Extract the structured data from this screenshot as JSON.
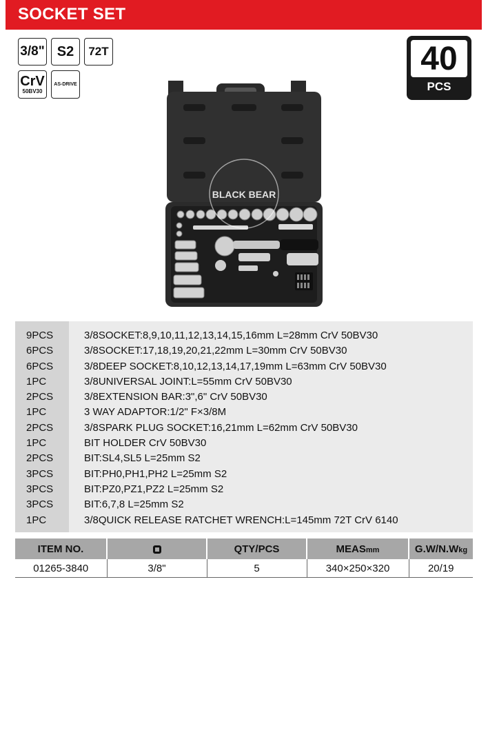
{
  "header": {
    "title": "SOCKET SET",
    "color": "#e11b22"
  },
  "badges": {
    "drive": "3/8\"",
    "steel": "S2",
    "teeth": "72T",
    "material": "CrV",
    "material_grade": "50BV30",
    "as_drive": "AS-DRIVE"
  },
  "pieces": {
    "count": "40",
    "label": "PCS"
  },
  "photo": {
    "brand_text": "BLACK BEAR",
    "icon": "socket-set-case-photo"
  },
  "contents": [
    {
      "qty": "9PCS",
      "desc": "3/8SOCKET:8,9,10,11,12,13,14,15,16mm L=28mm CrV 50BV30"
    },
    {
      "qty": "6PCS",
      "desc": "3/8SOCKET:17,18,19,20,21,22mm L=30mm CrV 50BV30"
    },
    {
      "qty": "6PCS",
      "desc": "3/8DEEP SOCKET:8,10,12,13,14,17,19mm L=63mm CrV 50BV30"
    },
    {
      "qty": "1PC",
      "desc": "3/8UNIVERSAL JOINT:L=55mm CrV 50BV30"
    },
    {
      "qty": "2PCS",
      "desc": "3/8EXTENSION BAR:3\",6\" CrV 50BV30"
    },
    {
      "qty": "1PC",
      "desc": "3 WAY ADAPTOR:1/2\" F×3/8M"
    },
    {
      "qty": "2PCS",
      "desc": "3/8SPARK PLUG SOCKET:16,21mm L=62mm CrV 50BV30"
    },
    {
      "qty": "1PC",
      "desc": "BIT HOLDER CrV 50BV30"
    },
    {
      "qty": "2PCS",
      "desc": "BIT:SL4,SL5 L=25mm S2"
    },
    {
      "qty": "3PCS",
      "desc": "BIT:PH0,PH1,PH2 L=25mm S2"
    },
    {
      "qty": "3PCS",
      "desc": "BIT:PZ0,PZ1,PZ2 L=25mm S2"
    },
    {
      "qty": "3PCS",
      "desc": "BIT:6,7,8 L=25mm S2"
    },
    {
      "qty": "1PC",
      "desc": "3/8QUICK RELEASE RATCHET WRENCH:L=145mm 72T CrV 6140"
    }
  ],
  "spec": {
    "headers": {
      "item_no": "ITEM NO.",
      "drive_icon": "square-drive-icon",
      "qty": "QTY/PCS",
      "meas": "MEAS",
      "meas_unit": "mm",
      "weight": "G.W/N.W",
      "weight_unit": "kg"
    },
    "row": {
      "item_no": "01265-3840",
      "drive": "3/8\"",
      "qty": "5",
      "meas": "340×250×320",
      "weight": "20/19"
    }
  }
}
